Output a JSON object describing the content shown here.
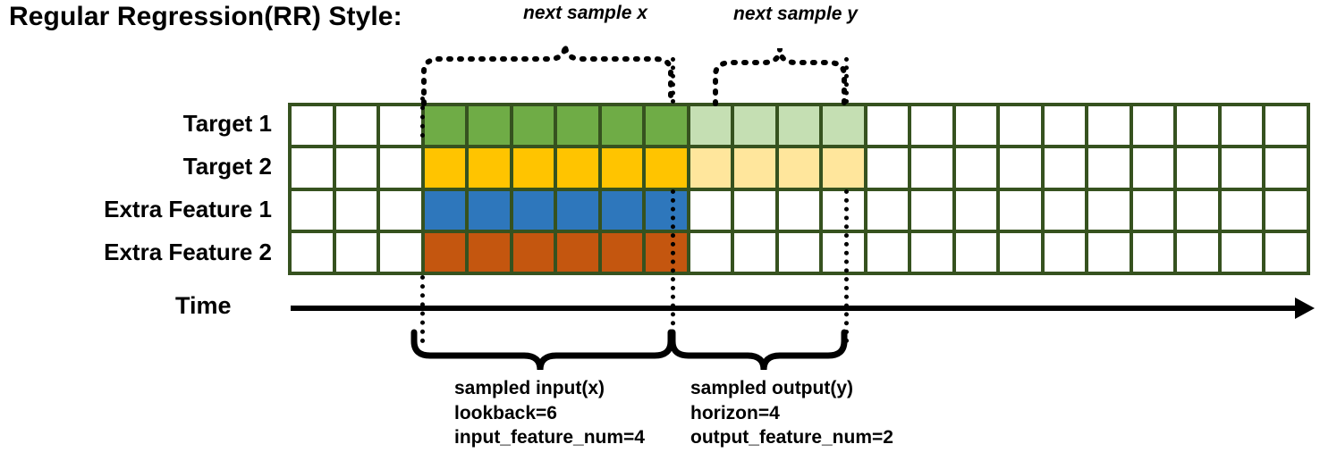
{
  "title": "Regular Regression(RR) Style:",
  "rows": [
    {
      "label": "Target 1",
      "color_key": "green"
    },
    {
      "label": "Target 2",
      "color_key": "gold"
    },
    {
      "label": "Extra Feature 1",
      "color_key": "blue"
    },
    {
      "label": "Extra Feature 2",
      "color_key": "orange"
    }
  ],
  "grid": {
    "columns": 23,
    "pre_empty": 3,
    "lookback": 6,
    "horizon": 4,
    "post_empty": 10,
    "border_color": "#36521F"
  },
  "colors": {
    "green": "#6FAC46",
    "green_light": "#C5DFB3",
    "gold": "#FFC400",
    "gold_light": "#FFE69C",
    "blue": "#2E77BC",
    "orange": "#C4560F",
    "empty": "#FFFFFF",
    "border": "#36521F",
    "ink": "#000000"
  },
  "axis": {
    "label": "Time"
  },
  "top_braces": [
    {
      "id": "next-sample-x",
      "caption": "next sample x"
    },
    {
      "id": "next-sample-y",
      "caption": "next sample y"
    }
  ],
  "bottom_braces": [
    {
      "id": "sampled-input",
      "line1": "sampled input(x)",
      "line2": "lookback=6",
      "line3": "input_feature_num=4"
    },
    {
      "id": "sampled-output",
      "line1": "sampled output(y)",
      "line2": "horizon=4",
      "line3": "output_feature_num=2"
    }
  ],
  "chart_data": {
    "type": "heatmap",
    "title": "Regular Regression(RR) Style:",
    "xlabel": "Time",
    "ylabel": "",
    "categories": [
      "Target 1",
      "Target 2",
      "Extra Feature 1",
      "Extra Feature 2"
    ],
    "columns": 23,
    "legend": [
      "sampled input(x)",
      "sampled output(y)"
    ],
    "annotations": [
      "next sample x",
      "next sample y"
    ],
    "series": [
      {
        "name": "Target 1",
        "values": [
          "empty",
          "empty",
          "empty",
          "in",
          "in",
          "in",
          "in",
          "in",
          "in",
          "out",
          "out",
          "out",
          "out",
          "empty",
          "empty",
          "empty",
          "empty",
          "empty",
          "empty",
          "empty",
          "empty",
          "empty",
          "empty"
        ]
      },
      {
        "name": "Target 2",
        "values": [
          "empty",
          "empty",
          "empty",
          "in",
          "in",
          "in",
          "in",
          "in",
          "in",
          "out",
          "out",
          "out",
          "out",
          "empty",
          "empty",
          "empty",
          "empty",
          "empty",
          "empty",
          "empty",
          "empty",
          "empty",
          "empty"
        ]
      },
      {
        "name": "Extra Feature 1",
        "values": [
          "empty",
          "empty",
          "empty",
          "in",
          "in",
          "in",
          "in",
          "in",
          "in",
          "empty",
          "empty",
          "empty",
          "empty",
          "empty",
          "empty",
          "empty",
          "empty",
          "empty",
          "empty",
          "empty",
          "empty",
          "empty",
          "empty"
        ]
      },
      {
        "name": "Extra Feature 2",
        "values": [
          "empty",
          "empty",
          "empty",
          "in",
          "in",
          "in",
          "in",
          "in",
          "in",
          "empty",
          "empty",
          "empty",
          "empty",
          "empty",
          "empty",
          "empty",
          "empty",
          "empty",
          "empty",
          "empty",
          "empty",
          "empty",
          "empty"
        ]
      }
    ]
  }
}
